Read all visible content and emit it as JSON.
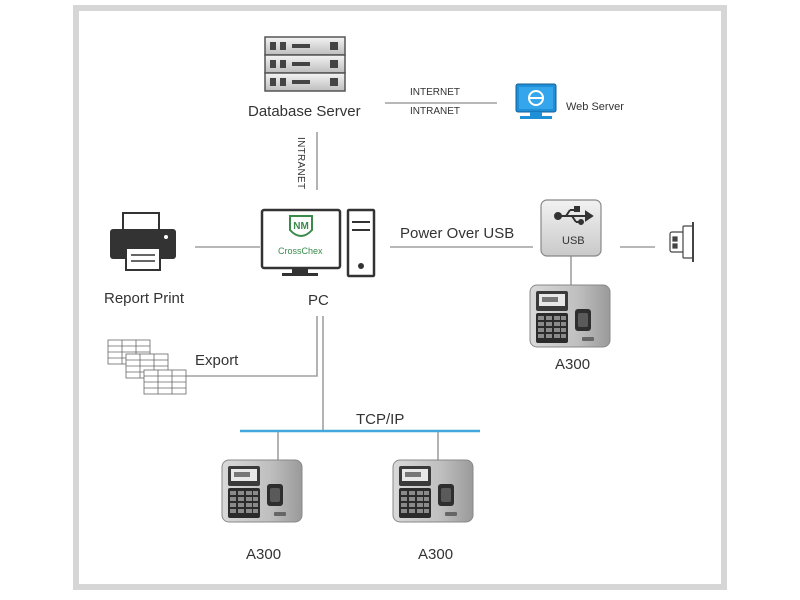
{
  "nodes": {
    "database_server": "Database Server",
    "web_server": "Web Server",
    "pc": "PC",
    "report_print": "Report Print",
    "export": "Export",
    "usb": "USB",
    "crosschex_app": "CrossChex",
    "device_left": "A300",
    "device_middle": "A300",
    "device_right": "A300"
  },
  "links": {
    "internet": "INTERNET",
    "intranet_horizontal": "INTRANET",
    "intranet_vertical": "INTRANET",
    "power_over_usb": "Power Over USB",
    "tcp_ip": "TCP/IP"
  },
  "colors": {
    "frame": "#d6d6d6",
    "line": "#a0a0a0",
    "network_bus": "#42a7dc",
    "web_server_screen": "#1f8fd8",
    "logo_green": "#3a8a4a"
  },
  "icons": [
    "server-icon",
    "web-server-icon",
    "pc-monitor-icon",
    "pc-tower-icon",
    "printer-icon",
    "export-sheets-icon",
    "usb-hub-icon",
    "usb-plug-icon",
    "fingerprint-terminal-icon"
  ]
}
